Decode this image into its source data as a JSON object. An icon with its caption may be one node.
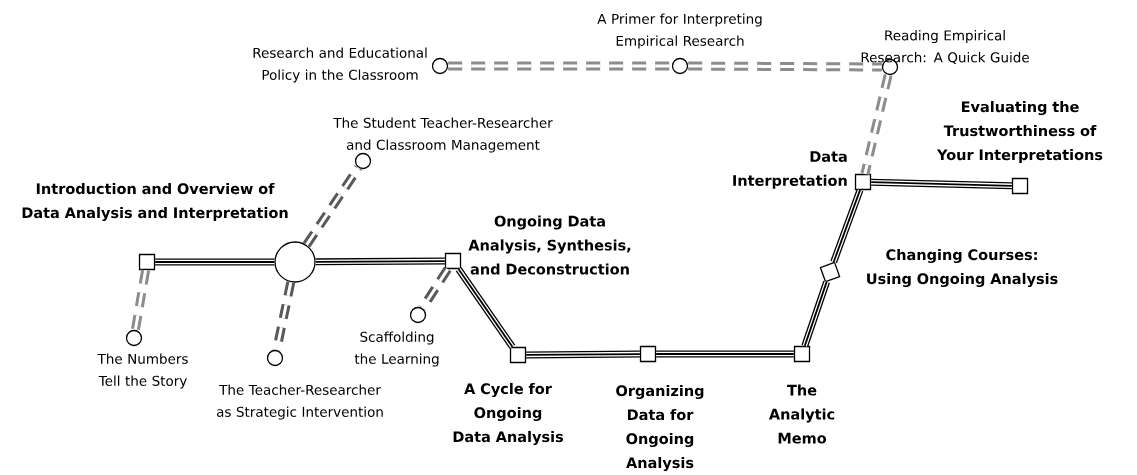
{
  "diagram": {
    "nodes": [
      {
        "text": [
          "Introduction and Overview of Data Analysis and Interpretation"
        ]
      },
      {
        "text": [],
        "shape": "circle"
      },
      {
        "text": [
          "Ongoing Data Analysis, Synthesis, and Deconstruction"
        ]
      },
      {
        "text": [
          "A Cycle for Ongoing Data Analysis"
        ]
      },
      {
        "text": [
          "Organizing Data for Ongoing Analysis"
        ]
      },
      {
        "text": [
          "The Analytic Memo"
        ]
      },
      {
        "text": [
          "Changing Courses: Using Ongoing Analysis"
        ]
      },
      {
        "text": [
          "Data Interpretation"
        ]
      },
      {
        "text": [
          "Evaluating the Trustworthiness of Your Interpretations"
        ]
      },
      {
        "text": [
          "Research and Educational Policy in the Classroom"
        ]
      },
      {
        "text": [
          "A Primer for Interpreting Empirical Research"
        ]
      },
      {
        "text": [
          "Reading Empirical Research: A Quick Guide"
        ]
      },
      {
        "text": [
          "The Student Teacher-Researcher and Classroom Management"
        ]
      },
      {
        "text": [
          "The Numbers Tell the Story"
        ]
      },
      {
        "text": [
          "The Teacher-Researcher as Strategic Intervention"
        ]
      },
      {
        "text": [
          "Scaffolding the Learning"
        ]
      }
    ],
    "edges": [
      {
        "from": 0,
        "to": 1,
        "arrow": "none"
      },
      {
        "from": 1,
        "to": 2,
        "arrow": "none"
      },
      {
        "from": 2,
        "to": 3,
        "arrow": "none"
      },
      {
        "from": 3,
        "to": 4,
        "arrow": "none"
      },
      {
        "from": 4,
        "to": 5,
        "arrow": "none"
      },
      {
        "from": 5,
        "to": 6,
        "arrow": "none"
      },
      {
        "from": 6,
        "to": 7,
        "arrow": "none"
      },
      {
        "from": 7,
        "to": 8,
        "arrow": "none"
      },
      {
        "from": 9,
        "to": 10,
        "arrow": "none",
        "style": "dashed",
        "color": "#8c8c8c"
      },
      {
        "from": 10,
        "to": 11,
        "arrow": "none",
        "style": "dashed",
        "color": "#8c8c8c"
      },
      {
        "from": 11,
        "to": 7,
        "arrow": "none",
        "style": "dashed",
        "color": "#8c8c8c"
      },
      {
        "from": 1,
        "to": 12,
        "arrow": "none",
        "style": "dashed",
        "color": "#595959"
      },
      {
        "from": 0,
        "to": 13,
        "arrow": "none",
        "style": "dashed",
        "color": "#8c8c8c"
      },
      {
        "from": 1,
        "to": 14,
        "arrow": "none",
        "style": "dashed",
        "color": "#595959"
      },
      {
        "from": 2,
        "to": 15,
        "arrow": "none",
        "style": "dashed",
        "color": "#595959"
      }
    ]
  }
}
